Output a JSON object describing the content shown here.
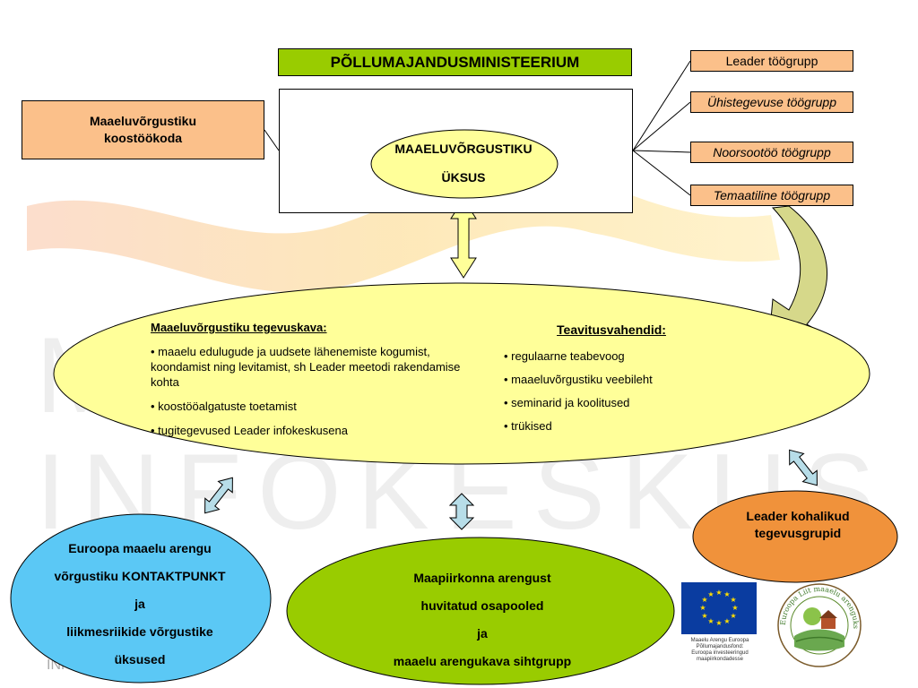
{
  "header": {
    "ministry": "PÕLLUMAJANDUSMINISTEERIUM"
  },
  "watermark": {
    "line1": "MA",
    "line2": "INFOKESKUS",
    "corner": "INFOKE"
  },
  "cooperation": {
    "line1": "Maaeluvõrgustiku",
    "line2": "koostöökoda"
  },
  "unit": {
    "line1": "MAAELUVÕRGUSTIKU",
    "line2": "ÜKSUS"
  },
  "work_groups": [
    {
      "label": "Leader töögrupp"
    },
    {
      "label": "Ühistegevuse töögrupp"
    },
    {
      "label": "Noorsootöö töögrupp"
    },
    {
      "label": "Temaatiline töögrupp"
    }
  ],
  "action_plan": {
    "title": "Maaeluvõrgustiku tegevuskava:",
    "items": [
      "• maaelu edulugude ja uudsete lähenemiste kogumist, koondamist ning levitamist, sh Leader meetodi rakendamise kohta",
      "• koostööalgatuste toetamist",
      "• tugitegevused Leader infokeskusena"
    ]
  },
  "communication": {
    "title": "Teavitusvahendid:",
    "items": [
      "• regulaarne teabevoog",
      "• maaeluvõrgustiku veebileht",
      "• seminarid ja koolitused",
      "• trükised"
    ]
  },
  "contact_point": {
    "line1": "Euroopa maaelu arengu",
    "line2": "võrgustiku KONTAKTPUNKT",
    "line3": "ja",
    "line4": "liikmesriikide võrgustike",
    "line5": "üksused"
  },
  "stakeholders": {
    "line1": "Maapiirkonna arengust",
    "line2": "huvitatud osapooled",
    "line3": "ja",
    "line4": "maaelu arengukava sihtgrupp"
  },
  "leader_groups": {
    "line1": "Leader kohalikud",
    "line2": "tegevusgrupid"
  },
  "eu_logo": {
    "caption1": "Maaelu Arengu Euroopa",
    "caption2": "Põllumajandusfond:",
    "caption3": "Euroopa investeeringud",
    "caption4": "maapiirkondadesse"
  },
  "seal": {
    "text": "Euroopa Liit maaelu arenguks"
  },
  "colors": {
    "ministry": "#99cc00",
    "peach": "#fbc08a",
    "ellipse_yellow": "#ffff99",
    "blue": "#5bc8f5",
    "green": "#99cc00",
    "orange": "#f0923b",
    "arrow_teal": "#b7dde8"
  }
}
